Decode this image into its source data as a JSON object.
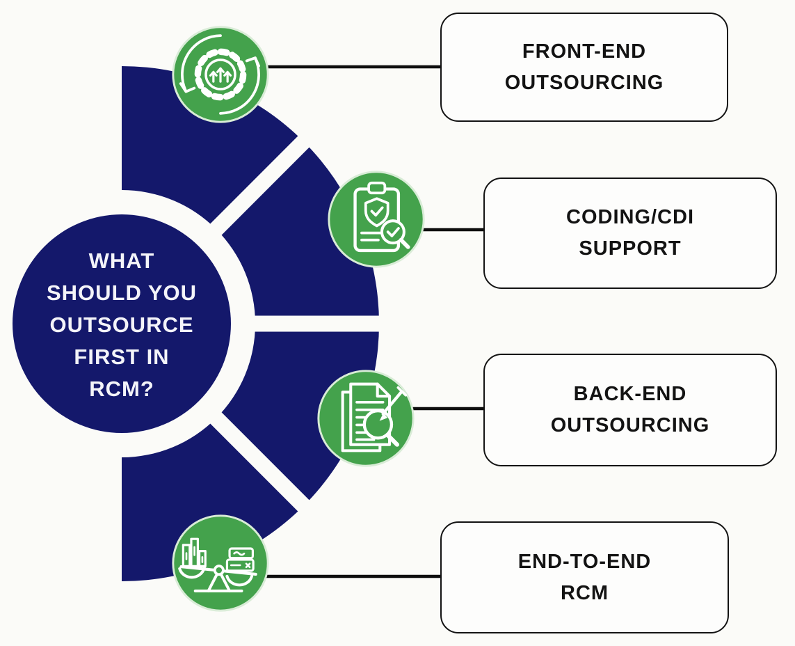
{
  "center": {
    "lines": [
      "WHAT",
      "SHOULD YOU",
      "OUTSOURCE",
      "FIRST IN",
      "RCM?"
    ],
    "full_text": "WHAT SHOULD YOU OUTSOURCE FIRST IN RCM?"
  },
  "items": [
    {
      "title_line1": "FRONT-END",
      "title_line2": "OUTSOURCING",
      "icon": "process-improvement-cycle"
    },
    {
      "title_line1": "CODING/CDI",
      "title_line2": "SUPPORT",
      "icon": "clipboard-shield-audit"
    },
    {
      "title_line1": "BACK-END",
      "title_line2": "OUTSOURCING",
      "icon": "document-review-magnifier"
    },
    {
      "title_line1": "END-TO-END",
      "title_line2": "RCM",
      "icon": "cost-balance-scale"
    }
  ],
  "colors": {
    "navy": "#14186b",
    "green": "#44a24c",
    "icon_ring": "#d9ecd7",
    "icon_stroke": "#ffffff",
    "connector": "#0e0e0e",
    "box_border": "#131313",
    "box_text": "#131313",
    "center_text": "#f4f4f9",
    "background": "#fbfbf8"
  }
}
